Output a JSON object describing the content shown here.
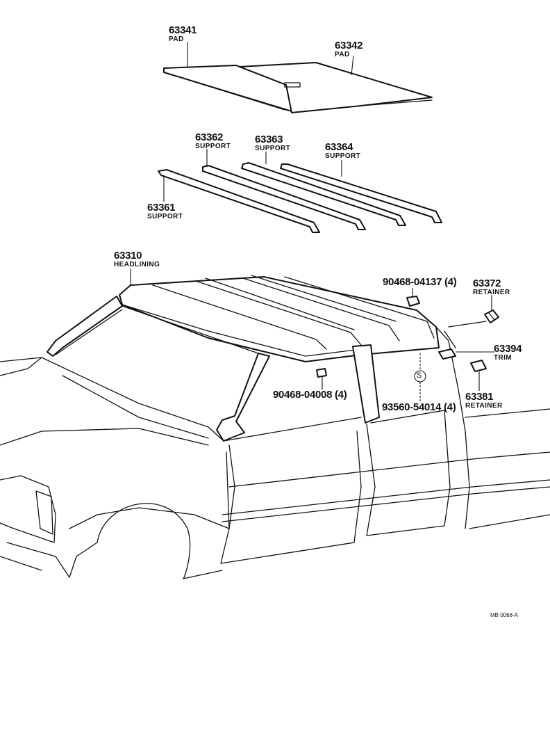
{
  "parts": {
    "p63341": {
      "number": "63341",
      "name": "PAD"
    },
    "p63342": {
      "number": "63342",
      "name": "PAD"
    },
    "p63362": {
      "number": "63362",
      "name": "SUPPORT"
    },
    "p63363": {
      "number": "63363",
      "name": "SUPPORT"
    },
    "p63364": {
      "number": "63364",
      "name": "SUPPORT"
    },
    "p63361": {
      "number": "63361",
      "name": "SUPPORT"
    },
    "p63310": {
      "number": "63310",
      "name": "HEADLINING"
    },
    "p90468_04137": {
      "number": "90468-04137 (4)"
    },
    "p63372": {
      "number": "63372",
      "name": "RETAINER"
    },
    "p63394": {
      "number": "63394",
      "name": "TRIM"
    },
    "p90468_04008": {
      "number": "90468-04008 (4)"
    },
    "p93560_54014": {
      "number": "93560-54014 (4)"
    },
    "p63381": {
      "number": "63381",
      "name": "RETAINER"
    }
  },
  "symbol": "S",
  "diagram_code": "MB 0068-A"
}
